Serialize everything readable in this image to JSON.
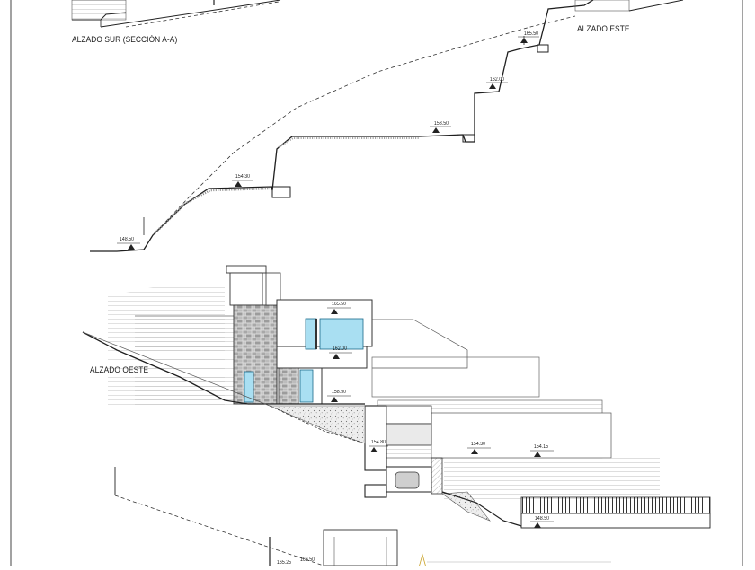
{
  "drawing": {
    "views": {
      "south": "ALZADO SUR (SECCIÓN A-A)",
      "east": "ALZADO ESTE",
      "west": "ALZADO OESTE"
    },
    "levels": {
      "east_top": "165.50",
      "east_162": "162.00",
      "east_158": "158.50",
      "east_154": "154.30",
      "east_148": "148.50",
      "west_165": "165.50",
      "west_162": "162.00",
      "west_158": "158.50",
      "west_154a": "154.80",
      "west_154b": "154.30",
      "west_154c": "154.15",
      "west_148": "148.50",
      "bottom_a": "165.25",
      "bottom_b": "166.50"
    }
  }
}
